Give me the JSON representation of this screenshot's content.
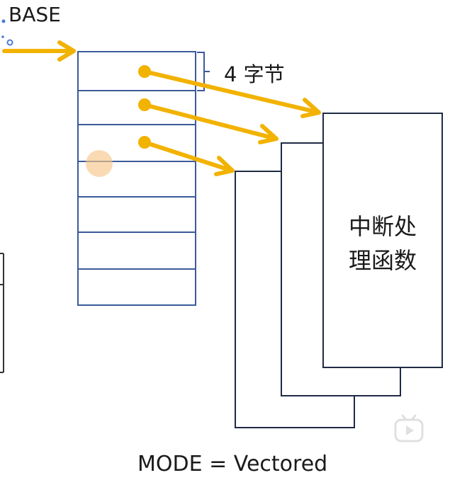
{
  "labels": {
    "base": "BASE",
    "entry_size": "4 字节",
    "handler": "中断处理函数",
    "mode": "MODE = Vectored"
  },
  "colors": {
    "table_border": "#3b5b9a",
    "arrow": "#f2b200",
    "text": "#1a1a1a",
    "cursor": "#f7c68a",
    "handler_border": "#1f2a44"
  },
  "icons": {
    "watermark": "bilibili-play-icon"
  }
}
